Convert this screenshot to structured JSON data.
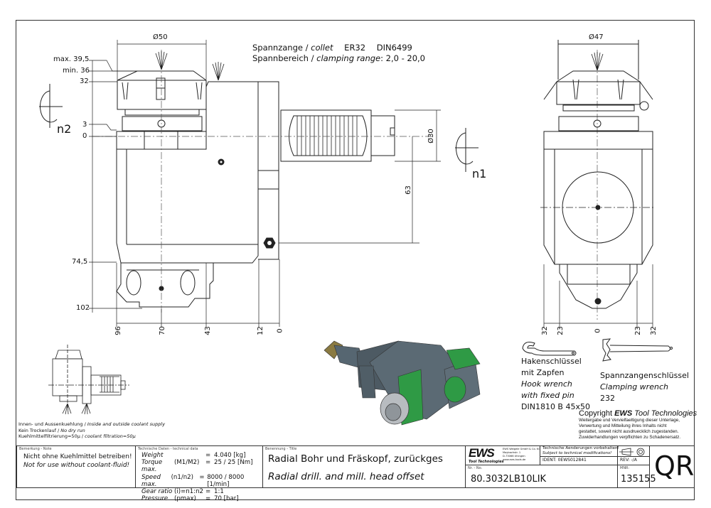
{
  "collet": {
    "line1_de": "Spannzange /",
    "line1_en": "collet",
    "line1_spec1": "ER32",
    "line1_spec2": "DIN6499",
    "line2_de": "Spannbereich /",
    "line2_en": "clamping range",
    "line2_value": ": 2,0 - 20,0"
  },
  "side_view": {
    "diameter_top": "Ø50",
    "heights": [
      "max. 39,5",
      "min. 36",
      "32",
      "3",
      "0",
      "74,5",
      "102"
    ],
    "horiz": [
      "96",
      "70",
      "43",
      "12",
      "0"
    ],
    "rotation_label": "n2",
    "shank_diameter": "Ø30",
    "shank_offset": "63",
    "shank_rotation_label": "n1"
  },
  "front_view": {
    "diameter_top": "Ø47",
    "horiz": [
      "32",
      "23",
      "0",
      "23",
      "32"
    ]
  },
  "wrenches": {
    "hook": [
      "Hakenschlüssel",
      "mit Zapfen",
      "Hook wrench",
      "with fixed pin",
      "DIN1810 B 45x50"
    ],
    "clamp": [
      "Spannzangenschlüssel",
      "Clamping wrench",
      "232"
    ]
  },
  "copyright": {
    "title_prefix": "Copyright ",
    "title_brand": "EWS",
    "title_suffix": " Tool Technologies",
    "lines": [
      "Weitergabe und Vervielfaeltigung dieser Unterlage,",
      "Verwertung und Mitteilung ihres Inhalts nicht",
      "gestattet, soweit nicht ausdruecklich zugestanden.",
      "Zuwiderhandlungen verpflichten zu Schadenersatz."
    ]
  },
  "coolant_notes": [
    {
      "de": "Innen- und Aussenkuehlung / ",
      "en": "Inside and outside coolant supply"
    },
    {
      "de": "Kein Trockenlauf / ",
      "en": "No dry run"
    },
    {
      "de": "Kuehlmittelfiltrierung=50µ / ",
      "en": "coolant filtration=50µ"
    }
  ],
  "title_block": {
    "note_label": "Bemerkung - Note",
    "note_de": "Nicht ohne Kuehlmittel betreiben!",
    "note_en": "Not for use without coolant-fluid!",
    "tech_label": "Technische Daten - technical data",
    "tech_rows": [
      {
        "name": "Weight",
        "sym": "",
        "eq": "=",
        "value": "4.040 [kg]"
      },
      {
        "name": "Torque max.",
        "sym": "(M1/M2)",
        "eq": "=",
        "value": "25 / 25 [Nm]"
      },
      {
        "name": "Speed max.",
        "sym": "(n1/n2)",
        "eq": "=",
        "value": "8000 / 8000 [1/min]"
      },
      {
        "name": "Gear ratio",
        "sym": "(i)=n1:n2",
        "eq": "=",
        "value": "1:1"
      },
      {
        "name": "Pressure",
        "sym": "(pmax)",
        "eq": "=",
        "value": "70 [bar]"
      }
    ],
    "title_label": "Benennung - Title",
    "title_de": "Radial Bohr und Fräskopf, zurückges",
    "title_en": "Radial drill. and mill. head offset",
    "logo": "EWS",
    "logo_sub": "Tool Technologies",
    "company_lines": [
      "EWS Weigele GmbH & Co. KG",
      "Maybachstr. 1",
      "D-73066 Uhingen",
      "www.ews-tools.de"
    ],
    "change_de": "Technische Aenderungen vorbehalten!",
    "change_en": "Subject to technical modifications!",
    "ident": "IDENT:  0EWS012841",
    "rev": "REV:  -/A",
    "nr_label": "Nr. - No.",
    "nr": "80.3032LB10LIK",
    "mnr_label": "MNR:",
    "mnr": "135155",
    "qr": "QR"
  }
}
